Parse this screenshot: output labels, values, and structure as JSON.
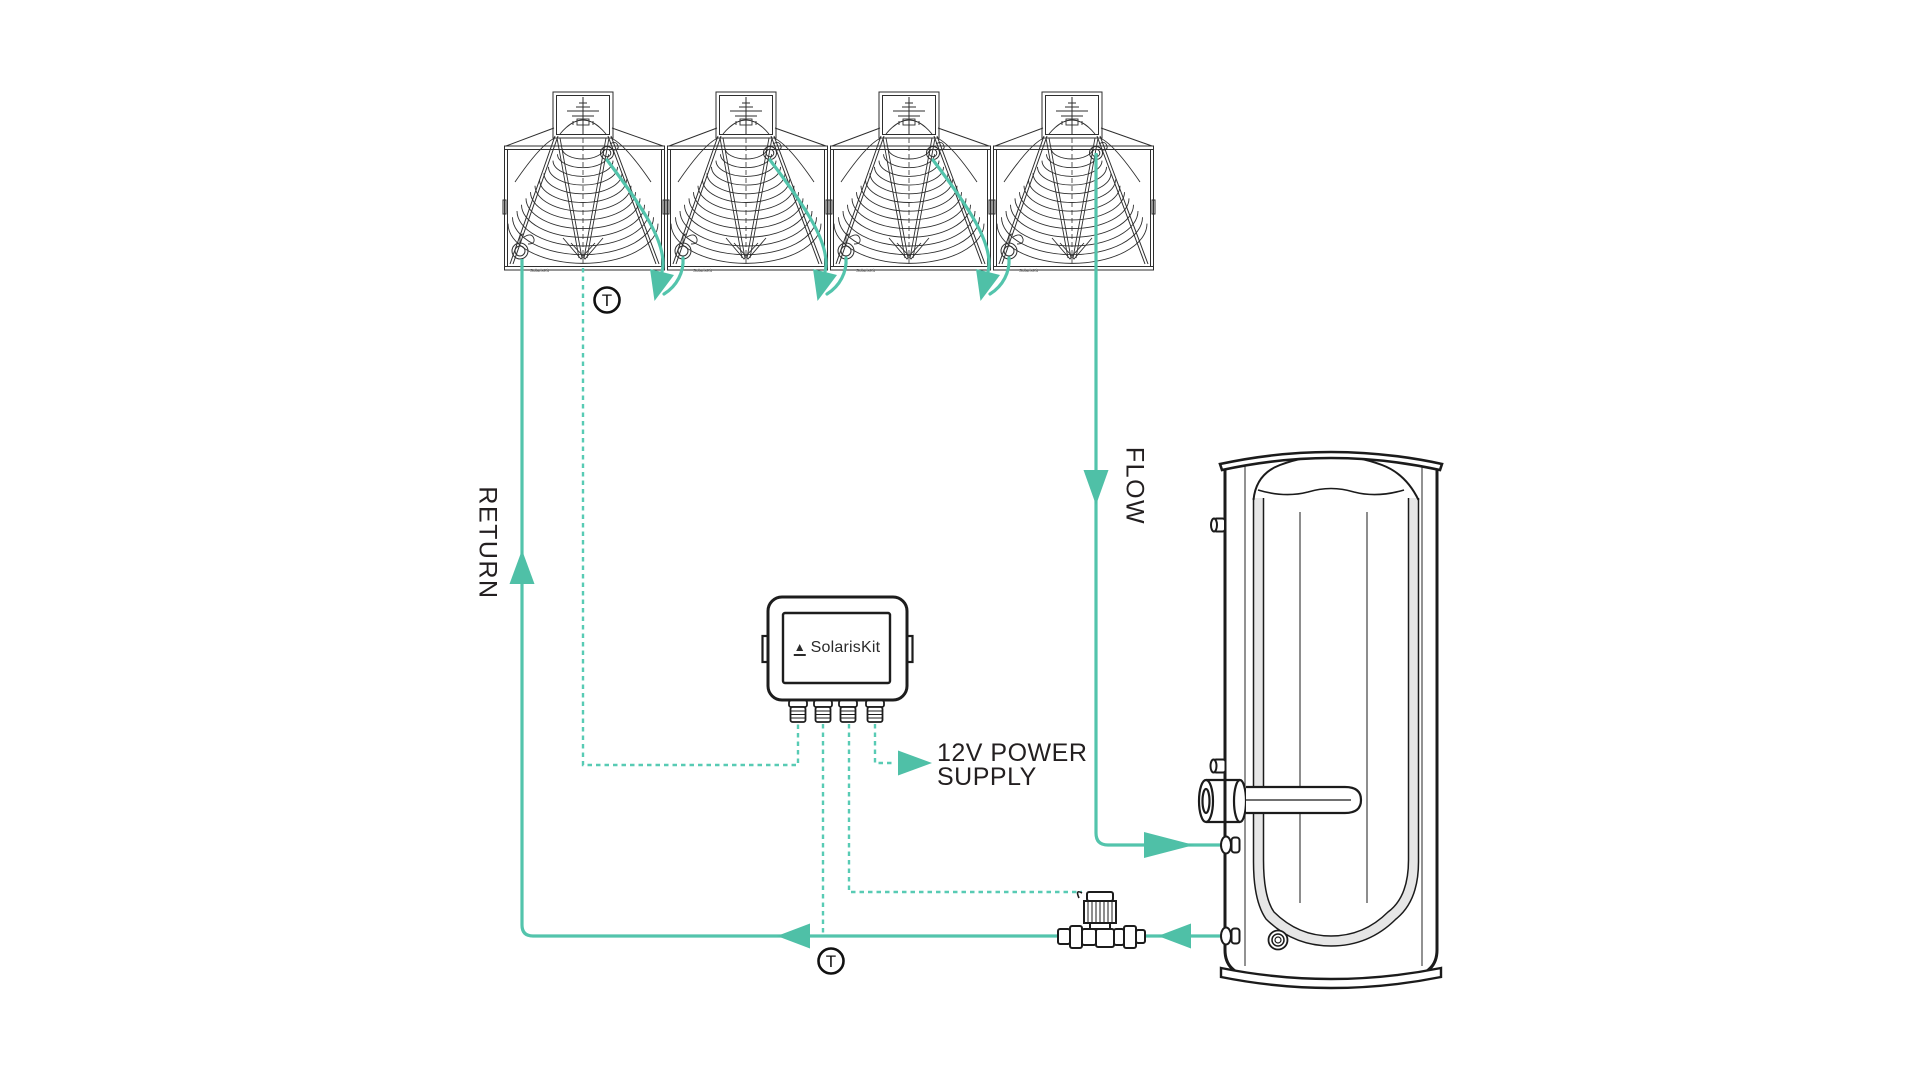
{
  "labels": {
    "return": "RETURN",
    "flow": "FLOW",
    "power_line1": "12V POWER",
    "power_line2": "SUPPLY"
  },
  "sensors": {
    "t1": "T",
    "t2": "T"
  },
  "controller": {
    "logo_glyph": "▲",
    "brand": "SolarisKit"
  },
  "collectors": [
    {
      "brand": "SolarisKit"
    },
    {
      "brand": "SolarisKit"
    },
    {
      "brand": "SolarisKit"
    },
    {
      "brand": "SolarisKit"
    }
  ],
  "colors": {
    "pipe": "#53c4ac",
    "pipe_dashed": "#58cbb4",
    "arrow": "#4fc0a7",
    "ink": "#1f1f1f",
    "text": "#231f20",
    "background": "#ffffff"
  }
}
